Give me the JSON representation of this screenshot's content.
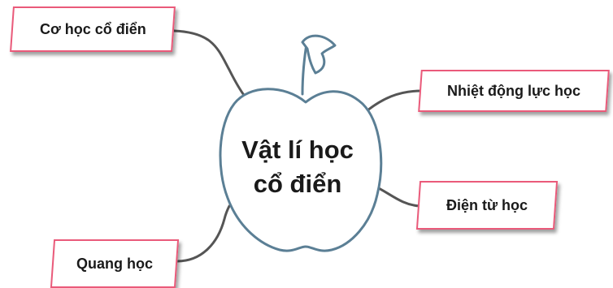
{
  "center": {
    "line1": "Vật lí học",
    "line2": "cổ điển"
  },
  "branches": [
    {
      "label": "Cơ học cổ điển"
    },
    {
      "label": "Nhiệt động lực học"
    },
    {
      "label": "Điện từ học"
    },
    {
      "label": "Quang học"
    }
  ],
  "colors": {
    "apple_outline": "#5b7f95",
    "leaf_outline": "#5b7f95",
    "connector": "#555555",
    "box_border": "#ea5a7a",
    "text": "#1a1a1a"
  }
}
